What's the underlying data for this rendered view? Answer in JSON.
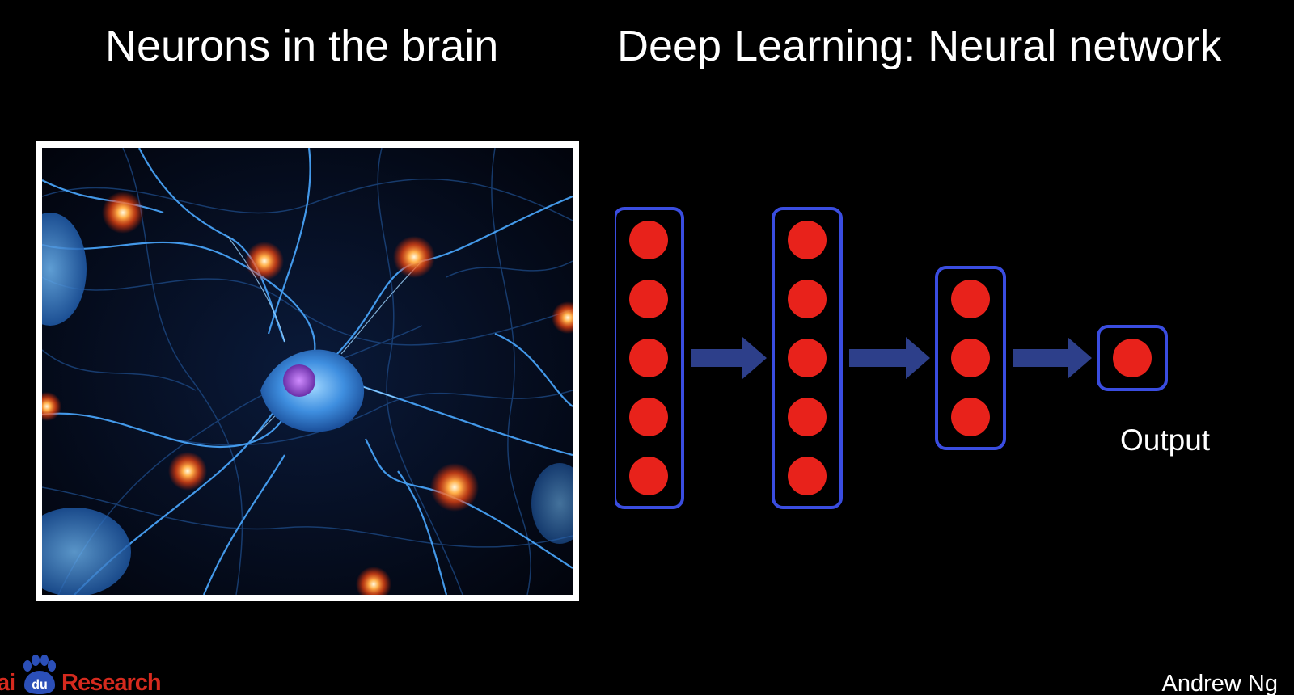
{
  "slide": {
    "left_title": "Neurons in the brain",
    "right_title": "Deep Learning: Neural network",
    "output_label": "Output",
    "author": "Andrew Ng"
  },
  "logo": {
    "prefix": "ai",
    "paw_text": "du",
    "suffix": "Research"
  },
  "network": {
    "layers": [
      {
        "nodes": 5
      },
      {
        "nodes": 5
      },
      {
        "nodes": 3
      },
      {
        "nodes": 1
      }
    ],
    "node_color": "#e8221b",
    "box_color": "#3a4de0",
    "arrow_color": "#2d3f8a"
  },
  "colors": {
    "background": "#000000",
    "text": "#ffffff",
    "neuron_blue": "#4aa8ff",
    "spark_orange": "#ff6a1a",
    "logo_red": "#d52a1e",
    "logo_blue": "#2b4fb8"
  }
}
